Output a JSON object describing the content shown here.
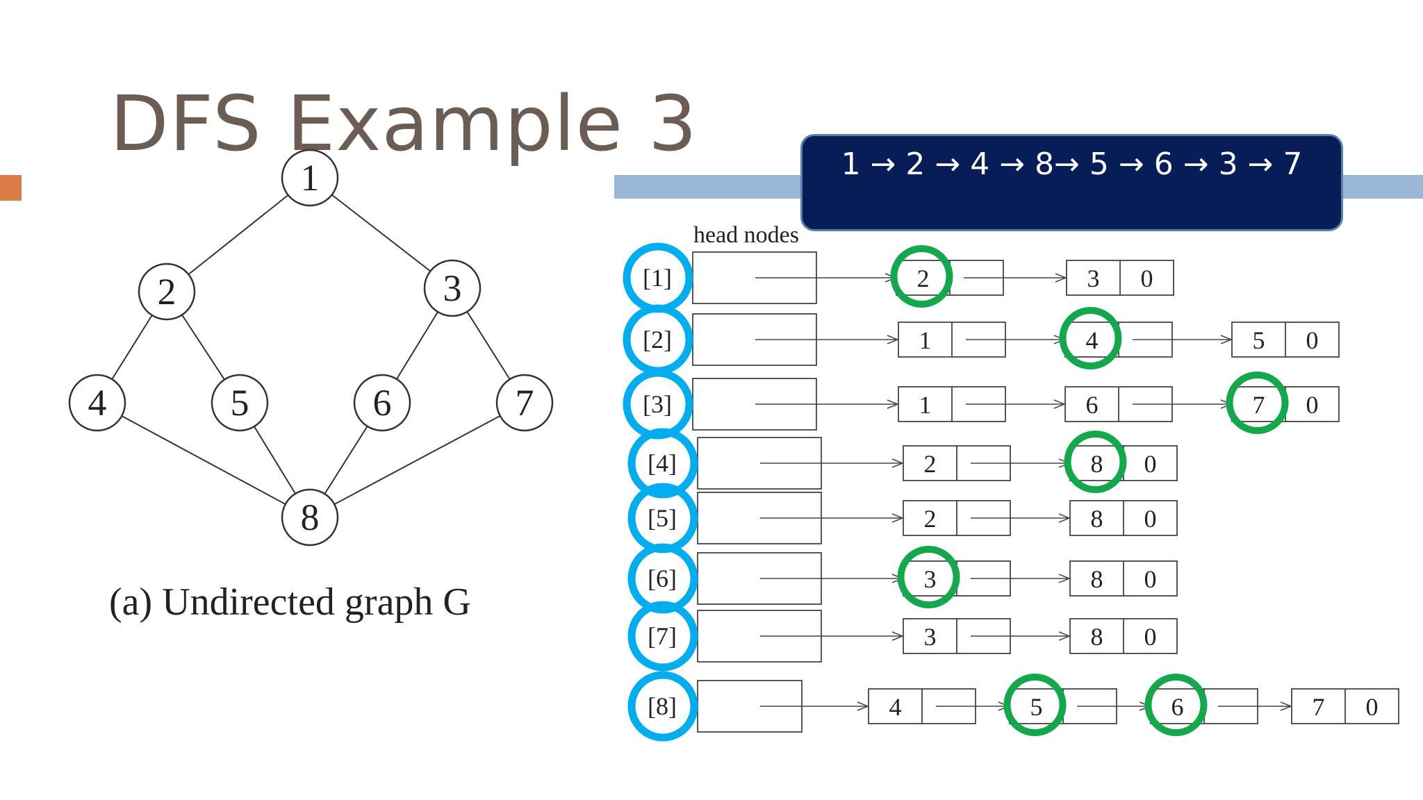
{
  "slide": {
    "title": "DFS Example 3",
    "dfs_order": "1 → 2 → 4 → 8→ 5 → 6 → 3 → 7",
    "graph_caption": "(a) Undirected graph G",
    "head_nodes_label": "head nodes"
  },
  "graph": {
    "nodes": [
      "1",
      "2",
      "3",
      "4",
      "5",
      "6",
      "7",
      "8"
    ],
    "edges": [
      [
        "1",
        "2"
      ],
      [
        "1",
        "3"
      ],
      [
        "2",
        "4"
      ],
      [
        "2",
        "5"
      ],
      [
        "3",
        "6"
      ],
      [
        "3",
        "7"
      ],
      [
        "4",
        "8"
      ],
      [
        "5",
        "8"
      ],
      [
        "6",
        "8"
      ],
      [
        "7",
        "8"
      ]
    ]
  },
  "adjacency_lists": [
    {
      "label": "[1]",
      "entries": [
        "2",
        "3"
      ],
      "terminator": "0"
    },
    {
      "label": "[2]",
      "entries": [
        "1",
        "4",
        "5"
      ],
      "terminator": "0"
    },
    {
      "label": "[3]",
      "entries": [
        "1",
        "6",
        "7"
      ],
      "terminator": "0"
    },
    {
      "label": "[4]",
      "entries": [
        "2",
        "8"
      ],
      "terminator": "0"
    },
    {
      "label": "[5]",
      "entries": [
        "2",
        "8"
      ],
      "terminator": "0"
    },
    {
      "label": "[6]",
      "entries": [
        "3",
        "8"
      ],
      "terminator": "0"
    },
    {
      "label": "[7]",
      "entries": [
        "3",
        "8"
      ],
      "terminator": "0"
    },
    {
      "label": "[8]",
      "entries": [
        "4",
        "5",
        "6",
        "7"
      ],
      "terminator": "0"
    }
  ],
  "colors": {
    "title": "#6b5d54",
    "accent_orange": "#d97b45",
    "accent_blue_bar": "#9ab8d6",
    "order_box": "#071d57",
    "head_circle": "#00aeef",
    "visited_circle": "#12a84b"
  }
}
